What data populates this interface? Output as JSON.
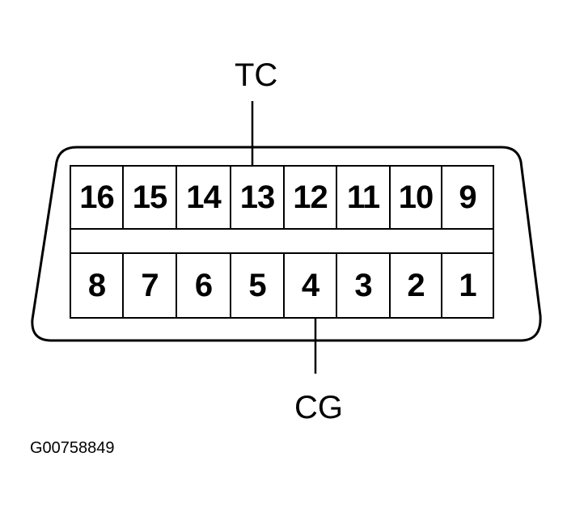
{
  "diagram": {
    "type": "connector-pinout",
    "top_row_pins": [
      "16",
      "15",
      "14",
      "13",
      "12",
      "11",
      "10",
      "9"
    ],
    "bottom_row_pins": [
      "8",
      "7",
      "6",
      "5",
      "4",
      "3",
      "2",
      "1"
    ],
    "callouts": {
      "tc": {
        "label": "TC",
        "pin": "13"
      },
      "cg": {
        "label": "CG",
        "pin": "4"
      }
    },
    "figure_id": "G00758849",
    "colors": {
      "line": "#000000",
      "background": "#ffffff"
    }
  }
}
